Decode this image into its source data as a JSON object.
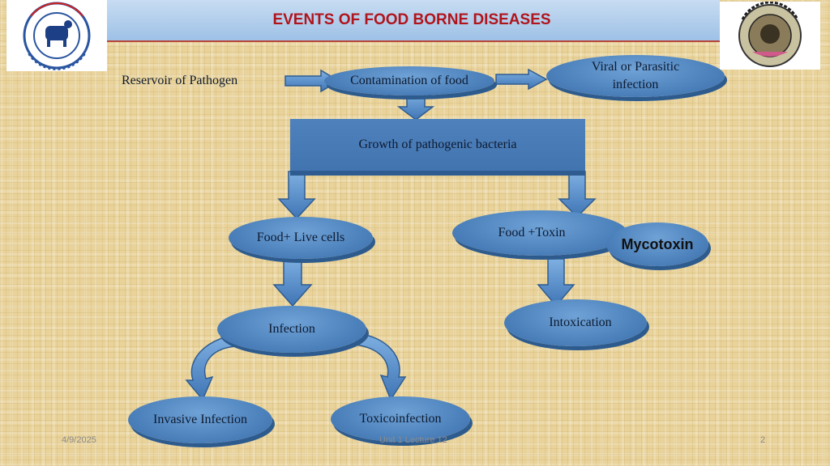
{
  "title": "EVENTS OF FOOD BORNE DISEASES",
  "nodes": {
    "reservoir": "Reservoir of  Pathogen",
    "contamination": "Contamination of food",
    "viral": "Viral or Parasitic infection",
    "growth": "Growth of  pathogenic bacteria",
    "live_cells": "Food+ Live cells",
    "toxin": "Food +Toxin",
    "mycotoxin": "Mycotoxin",
    "infection": "Infection",
    "intoxication": "Intoxication",
    "invasive": "Invasive Infection",
    "toxicoinfection": "Toxicoinfection"
  },
  "logos": {
    "left_text": "BIHAR ANIMAL SCIENCES UNIVERSITY",
    "right_text": "COLLEGE"
  },
  "footer": {
    "date": "4/9/2025",
    "center": "Unit 1 Lecture 12",
    "page": "2"
  },
  "colors": {
    "title": "#b0141c",
    "node": "#4d82bc",
    "arrow": "#5b93d0"
  }
}
